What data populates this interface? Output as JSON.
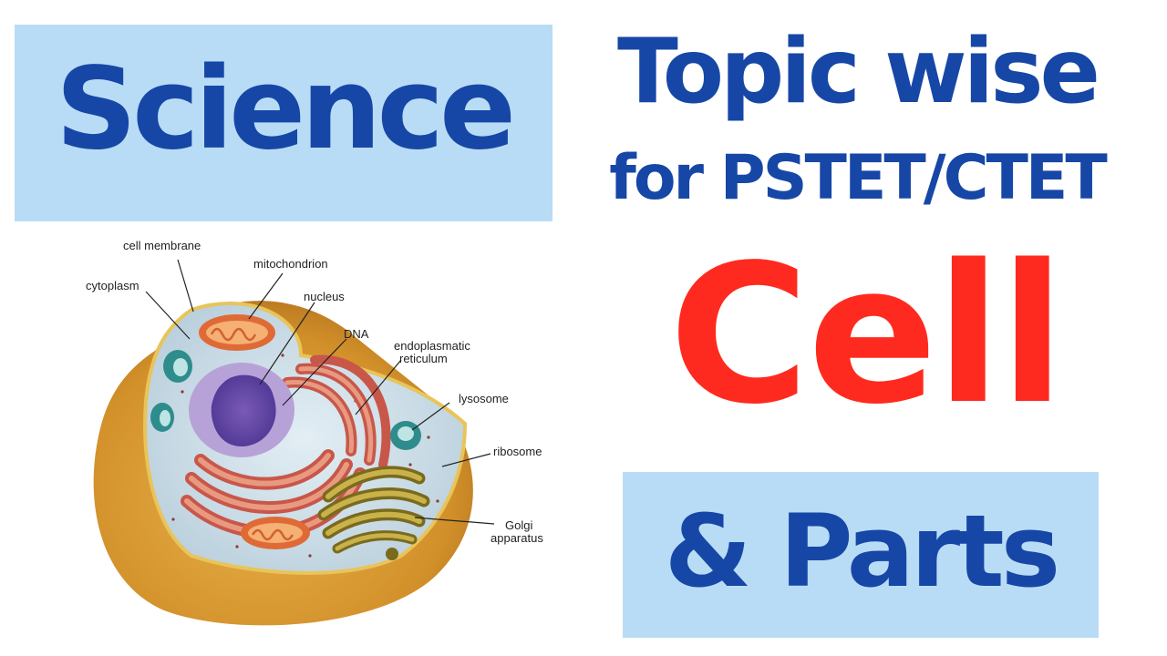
{
  "header": {
    "subject": "Science",
    "topic_line": "Topic wise",
    "exam_line": "for PSTET/CTET"
  },
  "title": {
    "main": "Cell",
    "sub": "& Parts"
  },
  "diagram": {
    "labels": {
      "cell_membrane": "cell membrane",
      "mitochondrion": "mitochondrion",
      "cytoplasm": "cytoplasm",
      "nucleus": "nucleus",
      "dna": "DNA",
      "er_line1": "endoplasmatic",
      "er_line2": "reticulum",
      "lysosome": "lysosome",
      "ribosome": "ribosome",
      "golgi_line1": "Golgi",
      "golgi_line2": "apparatus"
    }
  },
  "colors": {
    "title_blue": "#1747a6",
    "title_red": "#ff2a1f",
    "highlight_box": "#b9dcf6",
    "cell_outer": "#d9962e",
    "cytoplasm": "#cfe0ea"
  }
}
